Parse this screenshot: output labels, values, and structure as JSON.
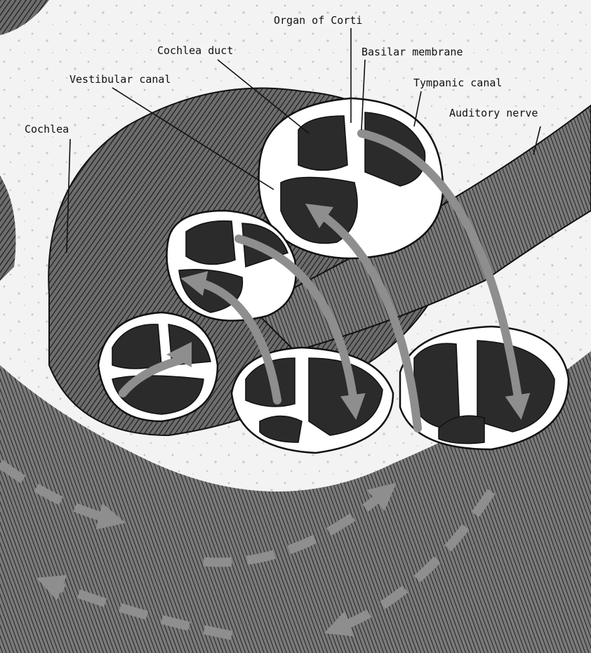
{
  "labels": {
    "organ_of_corti": "Organ of Corti",
    "cochlea_duct": "Cochlea duct",
    "basilar_membrane": "Basilar membrane",
    "vestibular_canal": "Vestibular canal",
    "tympanic_canal": "Tympanic canal",
    "auditory_nerve": "Auditory nerve",
    "cochlea": "Cochlea"
  },
  "colors": {
    "background": "#f3f3f3",
    "ink": "#111111",
    "arrow": "#8e8e8e",
    "dark_tissue": "#2b2b2b",
    "cut_surface": "#ffffff"
  }
}
